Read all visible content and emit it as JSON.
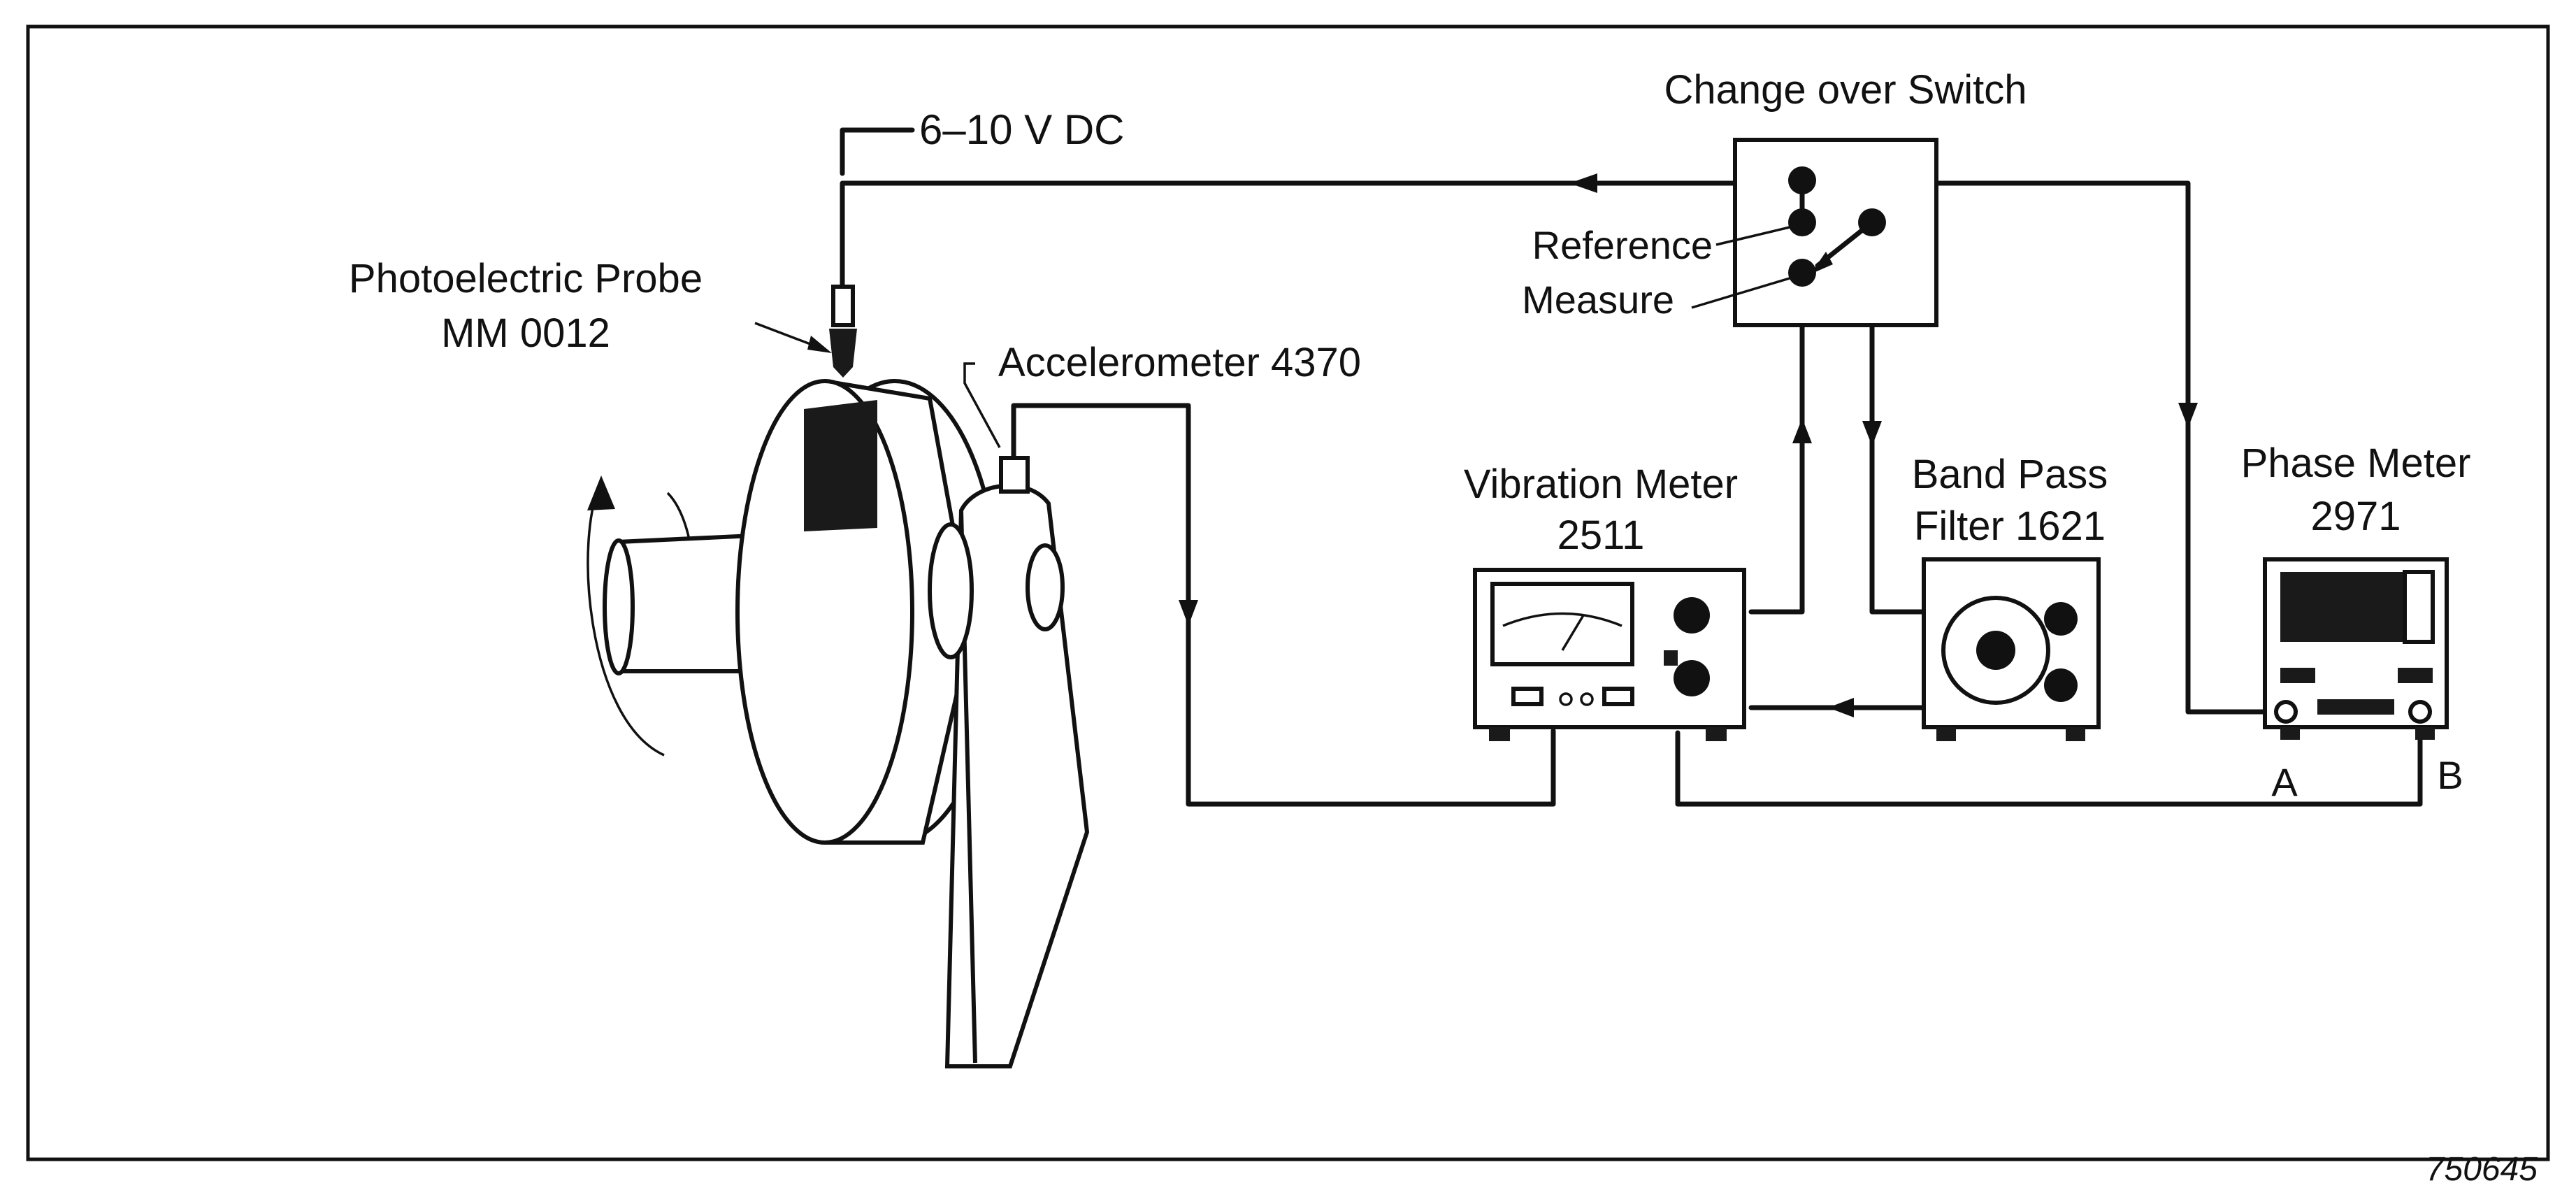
{
  "labels": {
    "supply_voltage": "6–10 V DC",
    "change_over_switch": "Change over Switch",
    "reference": "Reference",
    "measure": "Measure",
    "photoelectric_probe_line1": "Photoelectric Probe",
    "photoelectric_probe_line2": "MM 0012",
    "accelerometer": "Accelerometer 4370",
    "vibration_meter_line1": "Vibration Meter",
    "vibration_meter_line2": "2511",
    "band_pass_line1": "Band Pass",
    "band_pass_line2": "Filter 1621",
    "phase_meter_line1": "Phase Meter",
    "phase_meter_line2": "2971",
    "input_a": "A",
    "input_b": "B",
    "figure_code": "750645"
  },
  "colors": {
    "ink": "#111111",
    "paper": "#ffffff"
  }
}
